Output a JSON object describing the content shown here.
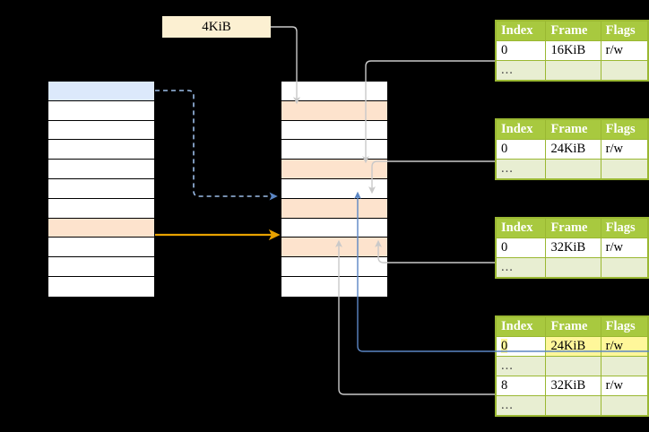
{
  "figure": {
    "title": "multi-level page table address translation diagram",
    "background": "#000000",
    "page_size_label": "4KiB"
  },
  "colors": {
    "header_green": "#a8c93f",
    "row_alt_green": "#e8eed2",
    "highlight_yellow": "#fff79a",
    "peach": "#fde3cd",
    "blue_row": "#dce9fb",
    "orange_arrow": "#e8a200",
    "blue_arrow": "#5b86c4",
    "gray_arrow": "#c9c9c9",
    "table_border": "#9ab832",
    "mem_border": "#000000",
    "kib_box": "#fcf0d2"
  },
  "left_column": {
    "name": "virtual-address-space",
    "row_count": 11,
    "rows": [
      {
        "index": 0,
        "fill": "blue",
        "label": ""
      },
      {
        "index": 1,
        "fill": "white",
        "label": ""
      },
      {
        "index": 2,
        "fill": "white",
        "label": ""
      },
      {
        "index": 3,
        "fill": "white",
        "label": ""
      },
      {
        "index": 4,
        "fill": "white",
        "label": ""
      },
      {
        "index": 5,
        "fill": "white",
        "label": ""
      },
      {
        "index": 6,
        "fill": "white",
        "label": ""
      },
      {
        "index": 7,
        "fill": "peach",
        "label": ""
      },
      {
        "index": 8,
        "fill": "white",
        "label": ""
      },
      {
        "index": 9,
        "fill": "white",
        "label": ""
      },
      {
        "index": 10,
        "fill": "white",
        "label": ""
      }
    ]
  },
  "middle_column": {
    "name": "physical-memory",
    "row_count": 11,
    "rows": [
      {
        "index": 0,
        "fill": "white",
        "label": ""
      },
      {
        "index": 1,
        "fill": "peach",
        "label": ""
      },
      {
        "index": 2,
        "fill": "white",
        "label": ""
      },
      {
        "index": 3,
        "fill": "white",
        "label": ""
      },
      {
        "index": 4,
        "fill": "peach",
        "label": ""
      },
      {
        "index": 5,
        "fill": "white",
        "label": ""
      },
      {
        "index": 6,
        "fill": "peach",
        "label": ""
      },
      {
        "index": 7,
        "fill": "white",
        "label": ""
      },
      {
        "index": 8,
        "fill": "peach",
        "label": ""
      },
      {
        "index": 9,
        "fill": "white",
        "label": ""
      },
      {
        "index": 10,
        "fill": "white",
        "label": ""
      }
    ]
  },
  "page_tables": [
    {
      "name": "page-table-1",
      "headers": [
        "Index",
        "Frame",
        "Flags"
      ],
      "rows": [
        {
          "type": "data",
          "index": "0",
          "frame": "16KiB",
          "flags": "r/w",
          "highlight": false
        },
        {
          "type": "ellipsis",
          "index": "...",
          "frame": "",
          "flags": "",
          "highlight": false
        }
      ]
    },
    {
      "name": "page-table-2",
      "headers": [
        "Index",
        "Frame",
        "Flags"
      ],
      "rows": [
        {
          "type": "data",
          "index": "0",
          "frame": "24KiB",
          "flags": "r/w",
          "highlight": false
        },
        {
          "type": "ellipsis",
          "index": "...",
          "frame": "",
          "flags": "",
          "highlight": false
        }
      ]
    },
    {
      "name": "page-table-3",
      "headers": [
        "Index",
        "Frame",
        "Flags"
      ],
      "rows": [
        {
          "type": "data",
          "index": "0",
          "frame": "32KiB",
          "flags": "r/w",
          "highlight": false
        },
        {
          "type": "ellipsis",
          "index": "...",
          "frame": "",
          "flags": "",
          "highlight": false
        }
      ]
    },
    {
      "name": "page-table-4",
      "headers": [
        "Index",
        "Frame",
        "Flags"
      ],
      "rows": [
        {
          "type": "data",
          "index": "0",
          "frame": "24KiB",
          "flags": "r/w",
          "highlight": true
        },
        {
          "type": "ellipsis",
          "index": "...",
          "frame": "",
          "flags": "",
          "highlight": false
        },
        {
          "type": "data",
          "index": "8",
          "frame": "32KiB",
          "flags": "r/w",
          "highlight": false
        },
        {
          "type": "ellipsis",
          "index": "...",
          "frame": "",
          "flags": "",
          "highlight": false
        }
      ]
    }
  ]
}
